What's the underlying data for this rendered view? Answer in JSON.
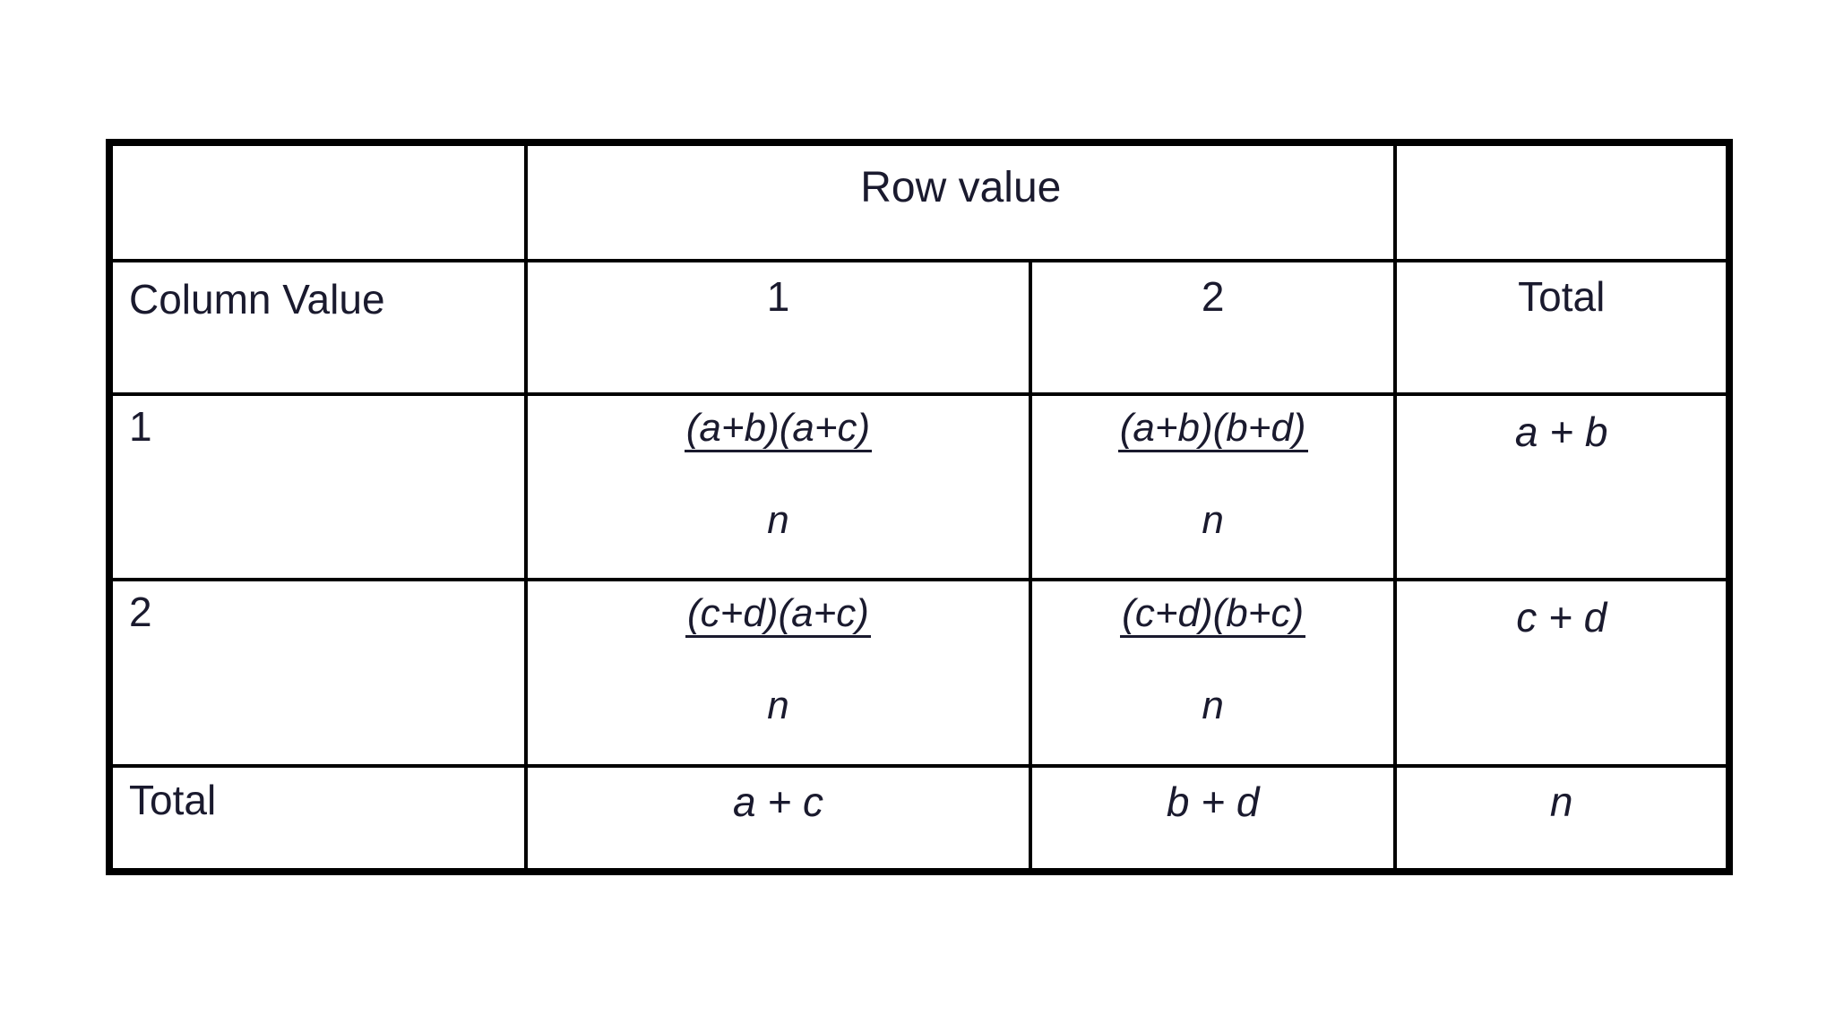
{
  "table": {
    "caption_row": {
      "corner": "",
      "row_value_header": "Row value",
      "trailing": ""
    },
    "header_row": {
      "column_value_label": "Column Value",
      "col_1": "1",
      "col_2": "2",
      "total": "Total"
    },
    "rows": [
      {
        "label": "1",
        "cells": [
          {
            "numerator": "(a+b)(a+c)",
            "denominator": "n",
            "type": "fraction"
          },
          {
            "numerator": "(a+b)(b+d)",
            "denominator": "n",
            "type": "fraction"
          }
        ],
        "total": "a + b"
      },
      {
        "label": "2",
        "cells": [
          {
            "numerator": "(c+d)(a+c)",
            "denominator": "n",
            "type": "fraction"
          },
          {
            "numerator": "(c+d)(b+c)",
            "denominator": "n",
            "type": "fraction"
          }
        ],
        "total": "c + d"
      }
    ],
    "total_row": {
      "label": "Total",
      "col_1": "a + c",
      "col_2": "b + d",
      "total": "n"
    }
  },
  "chart_data": {
    "type": "table",
    "title": "",
    "row_header": "Row value",
    "column_header": "Column Value",
    "categories": [
      "1",
      "2",
      "Total"
    ],
    "row_categories": [
      "1",
      "2",
      "Total"
    ],
    "cells": [
      [
        "(a+b)(a+c)/n",
        "(a+b)(b+d)/n",
        "a + b"
      ],
      [
        "(c+d)(a+c)/n",
        "(c+d)(b+c)/n",
        "c + d"
      ],
      [
        "a + c",
        "b + d",
        "n"
      ]
    ]
  }
}
